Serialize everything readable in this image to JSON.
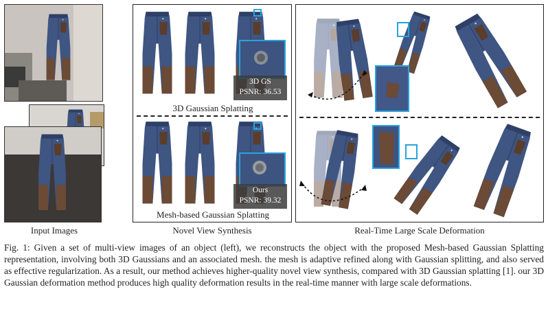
{
  "panels": {
    "input_label": "Input Images",
    "novel_view_label": "Novel View Synthesis",
    "deformation_label": "Real-Time Large Scale Deformation"
  },
  "novel_view": {
    "top_method": "3D Gaussian Splatting",
    "top_badge": {
      "method": "3D GS",
      "psnr": "PSNR: 36.53"
    },
    "bottom_method": "Mesh-based Gaussian Splatting",
    "bottom_badge": {
      "method": "Ours",
      "psnr": "PSNR: 39.32"
    }
  },
  "caption": {
    "text": "Fig. 1: Given a set of multi-view images of an object (left), we reconstructs the object with the proposed Mesh-based Gaussian Splatting representation, involving both 3D Gaussians and an associated mesh. the mesh is adaptive refined along with Gaussian splitting, and also served as effective regularization. As a result, our method achieves higher-quality novel view synthesis, compared with 3D Gaussian splatting [1]. our 3D Gaussian deformation method produces high quality deformation results in the real-time manner with large scale deformations."
  },
  "colors": {
    "denim": "#3f5582",
    "leather": "#6b4a36",
    "highlight": "#29a3e0",
    "badge_bg": "#3c3c3c"
  }
}
